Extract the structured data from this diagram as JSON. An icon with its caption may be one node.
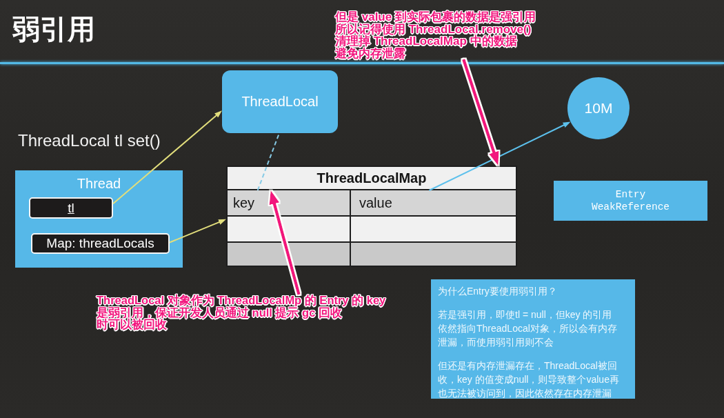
{
  "diagram": {
    "title": "弱引用",
    "nodes": [
      {
        "text": [
          "但是 value 到实际包裹的数据是强引用所以记得使用 ThreadLocal.remove()清理掉 ThreadLocalMap 中的数据避免内存泄露"
        ]
      },
      {
        "text": [
          "ThreadLocal"
        ]
      },
      {
        "text": [
          "10M"
        ]
      },
      {
        "text": [
          "Thread"
        ]
      },
      {
        "text": [
          "tl"
        ],
        "in": 3
      },
      {
        "text": [
          "Map: threadLocals"
        ],
        "in": 3
      },
      {
        "text": [
          "ThreadLocalMap"
        ]
      },
      {
        "text": [
          "key"
        ],
        "in": 6
      },
      {
        "text": [
          "value"
        ],
        "in": 6
      },
      {
        "text": [
          "Entry WeakReference"
        ]
      },
      {
        "text": [
          "ThreadLocal 对象作为 ThreadLocalMp 的 Entry 的 key是弱引用，保证开发人员通过 null 提示 gc 回收时可以被回收"
        ]
      },
      {
        "text": [
          "为什么Entry要使用弱引用？",
          "若是强引用，即使tl = null，但key 的引用依然指向ThreadLocal对象，所以会有内存泄漏，而使用弱引用则不会",
          "但还是有内存泄漏存在，ThreadLocal被回收，key 的值变成null，则导致整个value再也无法被访问到，因此依然存在内存泄漏"
        ]
      }
    ],
    "edges": [
      {
        "from": 4,
        "to": 1,
        "arrow": "to",
        "color": "#e2de7c"
      },
      {
        "from": 5,
        "to": 6,
        "arrow": "to",
        "color": "#e2de7c"
      },
      {
        "from": 7,
        "to": 1,
        "arrow": "none",
        "style": "dashed",
        "color": "#86cbe6"
      },
      {
        "from": 8,
        "to": 2,
        "arrow": "to",
        "color": "#5cc0ec"
      },
      {
        "from": 0,
        "to": 6,
        "arrow": "to",
        "style": "thick",
        "color": "#f2157d"
      },
      {
        "from": 10,
        "to": 7,
        "arrow": "to",
        "style": "thick",
        "color": "#f2157d"
      }
    ],
    "labels": [
      "ThreadLocal tl set()"
    ]
  }
}
